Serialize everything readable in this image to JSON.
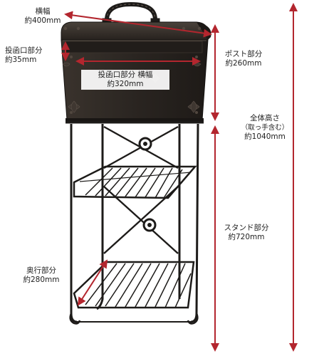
{
  "dimensions": [
    {
      "id": "width",
      "name": "横幅",
      "value": "約400mm"
    },
    {
      "id": "slot-height",
      "name": "投函口部分",
      "value": "約35mm"
    },
    {
      "id": "slot-width",
      "name": "投函口部分 横幅",
      "value": "約320mm"
    },
    {
      "id": "post-part",
      "name": "ポスト部分",
      "value": "約260mm"
    },
    {
      "id": "total-height",
      "name": "全体高さ",
      "note": "（取っ手含む）",
      "value": "約1040mm"
    },
    {
      "id": "stand-part",
      "name": "スタンド部分",
      "value": "約720mm"
    },
    {
      "id": "depth",
      "name": "奥行部分",
      "value": "約280mm"
    }
  ],
  "colors": {
    "arrow_red": "#b3262e",
    "iron": "#1d1b19",
    "box": "#2b2622",
    "highlight": "#4a423b"
  }
}
